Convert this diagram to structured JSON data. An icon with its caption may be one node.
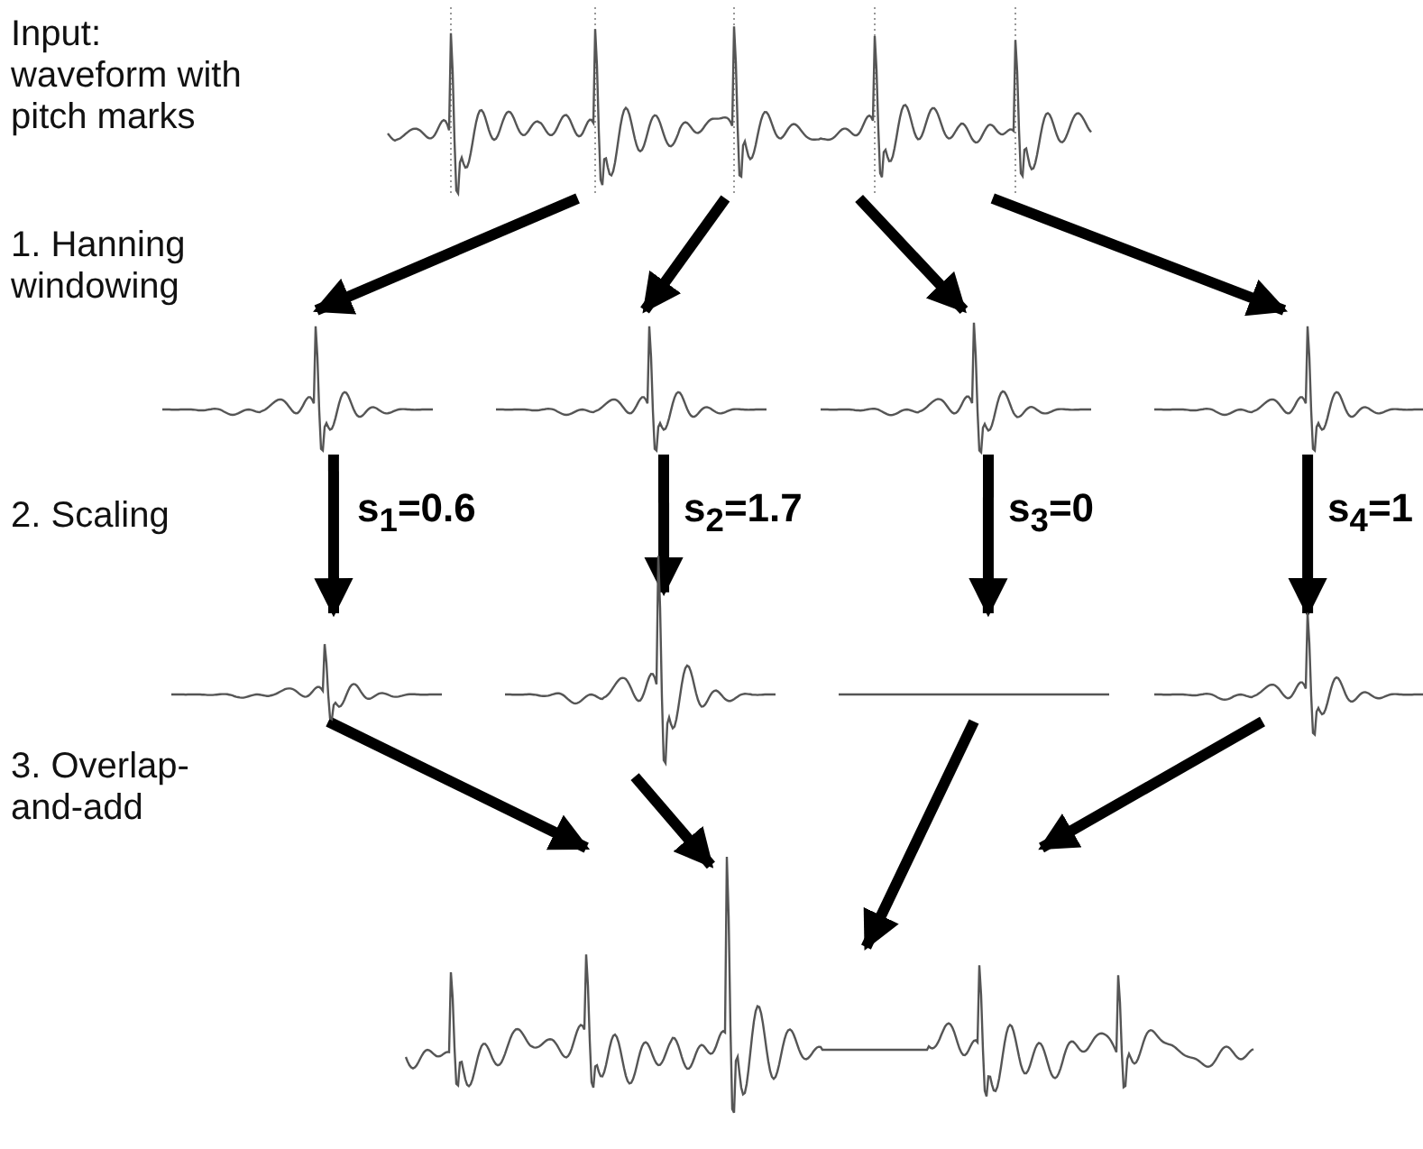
{
  "diagram": {
    "nodes": [
      {
        "text": [],
        "shape": "waveform"
      },
      {
        "text": [],
        "shape": "waveform"
      },
      {
        "text": [],
        "shape": "waveform"
      },
      {
        "text": [],
        "shape": "waveform"
      },
      {
        "text": [],
        "shape": "waveform"
      },
      {
        "text": [],
        "shape": "waveform"
      },
      {
        "text": [],
        "shape": "waveform"
      },
      {
        "text": [],
        "shape": "waveform"
      },
      {
        "text": [],
        "shape": "waveform"
      },
      {
        "text": [],
        "shape": "waveform"
      }
    ],
    "edges": [
      {
        "from": 0,
        "to": 1,
        "arrow": "to"
      },
      {
        "from": 0,
        "to": 2,
        "arrow": "to"
      },
      {
        "from": 0,
        "to": 3,
        "arrow": "to"
      },
      {
        "from": 0,
        "to": 4,
        "arrow": "to"
      },
      {
        "from": 1,
        "to": 5,
        "arrow": "to",
        "label": "s$_{1}$=0.6"
      },
      {
        "from": 2,
        "to": 6,
        "arrow": "to",
        "label": "s$_{2}$=1.7"
      },
      {
        "from": 3,
        "to": 7,
        "arrow": "to",
        "label": "s$_{3}$=0"
      },
      {
        "from": 4,
        "to": 8,
        "arrow": "to",
        "label": "s$_{4}$=1"
      },
      {
        "from": 5,
        "to": 9,
        "arrow": "to"
      },
      {
        "from": 6,
        "to": 9,
        "arrow": "to"
      },
      {
        "from": 7,
        "to": 9,
        "arrow": "to"
      },
      {
        "from": 8,
        "to": 9,
        "arrow": "to"
      }
    ],
    "labels": [
      "Input: waveform with pitch marks",
      "1. Hanning windowing",
      "2. Scaling",
      "3. Overlap-and-add"
    ]
  }
}
